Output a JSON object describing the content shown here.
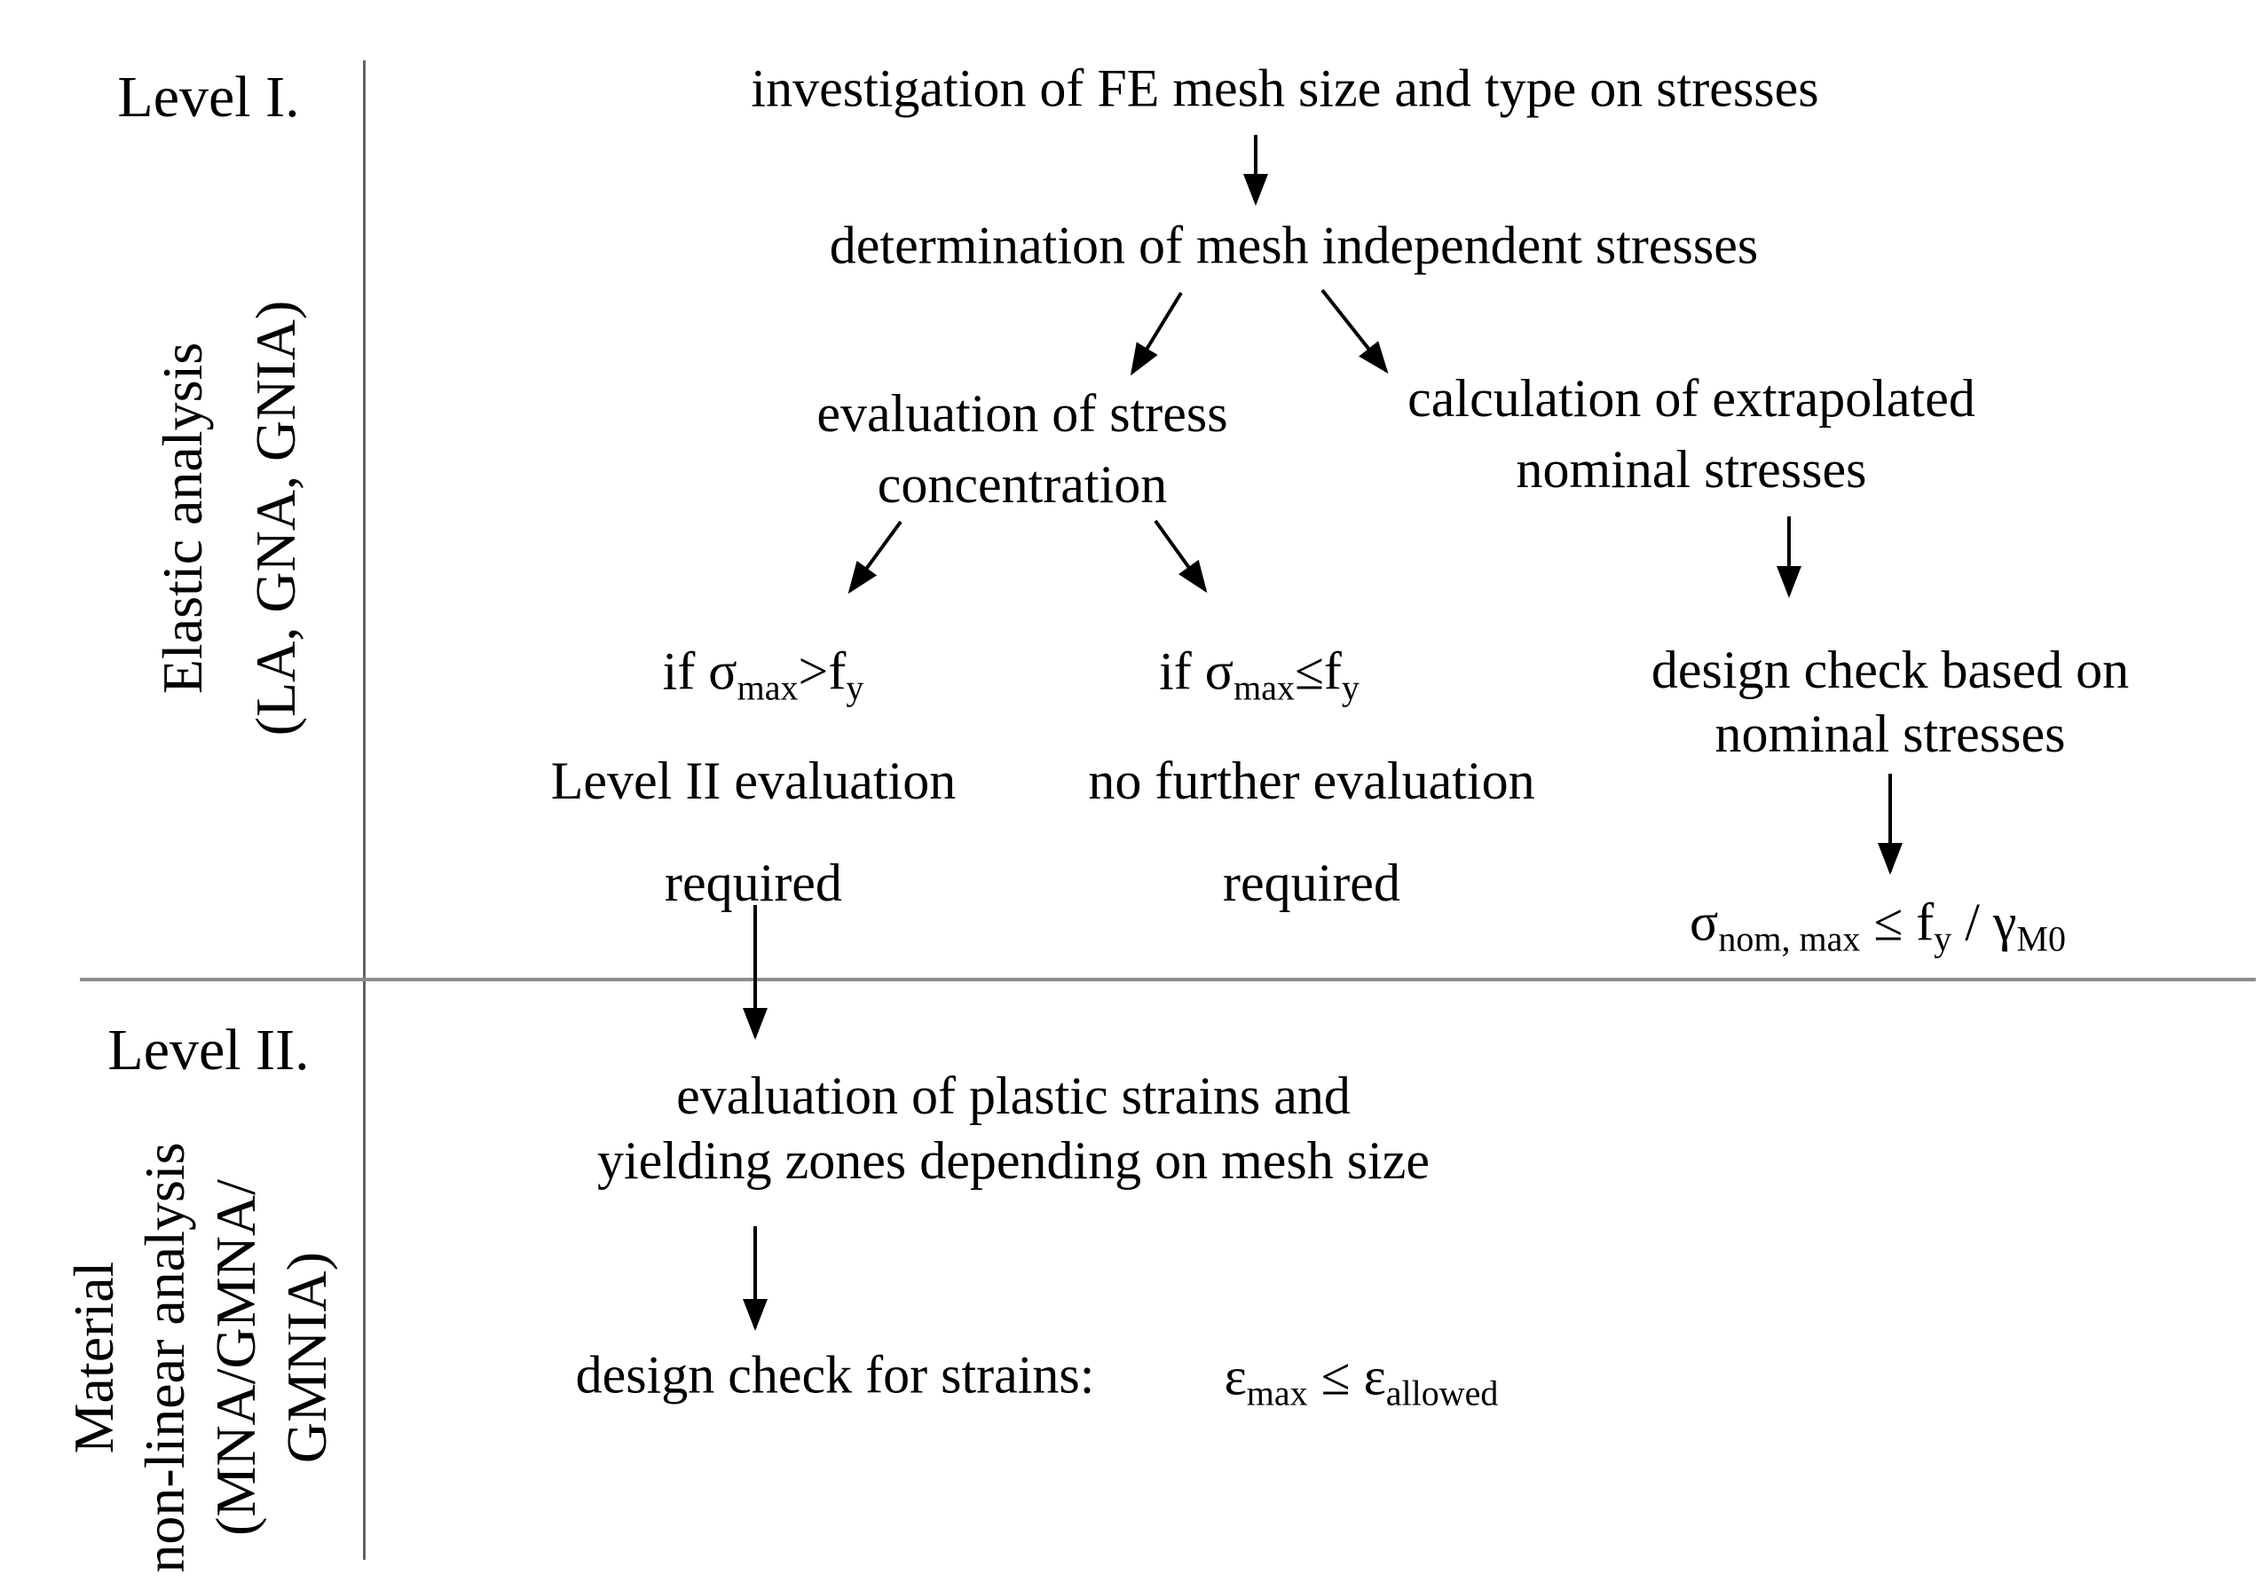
{
  "palette": {
    "text": "#000000",
    "arrow": "#000000",
    "divider": "#8c8c8c",
    "axis": "#636363",
    "background": "#ffffff"
  },
  "level1": {
    "row_label": "Level I.",
    "analysis_lines": [
      "Elastic analysis",
      "(LA, GNA, GNIA)"
    ],
    "investigation": "investigation of FE mesh size and type on stresses",
    "determination": "determination of mesh independent stresses",
    "stress_concentration": [
      "evaluation of stress",
      "concentration"
    ],
    "extrapolated": [
      "calculation of extrapolated",
      "nominal stresses"
    ],
    "condition_exceed": {
      "prefix": "if σ",
      "sub_a": "max",
      "operator": ">f",
      "sub_b": "y"
    },
    "condition_within": {
      "prefix": "if σ",
      "sub_a": "max",
      "operator": "≤f",
      "sub_b": "y"
    },
    "level2_required": [
      "Level II evaluation",
      "required"
    ],
    "no_further": [
      "no further evaluation",
      "required"
    ],
    "design_check_nominal": [
      "design check based on",
      "nominal stresses"
    ],
    "nominal_formula": {
      "sigma": "σ",
      "sigma_sub": "nom, max",
      "mid": " ≤ f",
      "f_sub": "y",
      "gamma": " / γ",
      "gamma_sub": "M0"
    }
  },
  "level2": {
    "row_label": "Level II.",
    "analysis_lines": [
      "Material",
      "non-linear analysis",
      "(MNA/GMNA/",
      "GMNIA)"
    ],
    "plastic_strains": [
      "evaluation of plastic strains and",
      "yielding zones depending on mesh size"
    ],
    "strain_check_label": "design check for strains:",
    "strain_formula": {
      "eps_a": "ε",
      "eps_a_sub": "max",
      "mid": " ≤ ε",
      "eps_b_sub": "allowed"
    }
  }
}
